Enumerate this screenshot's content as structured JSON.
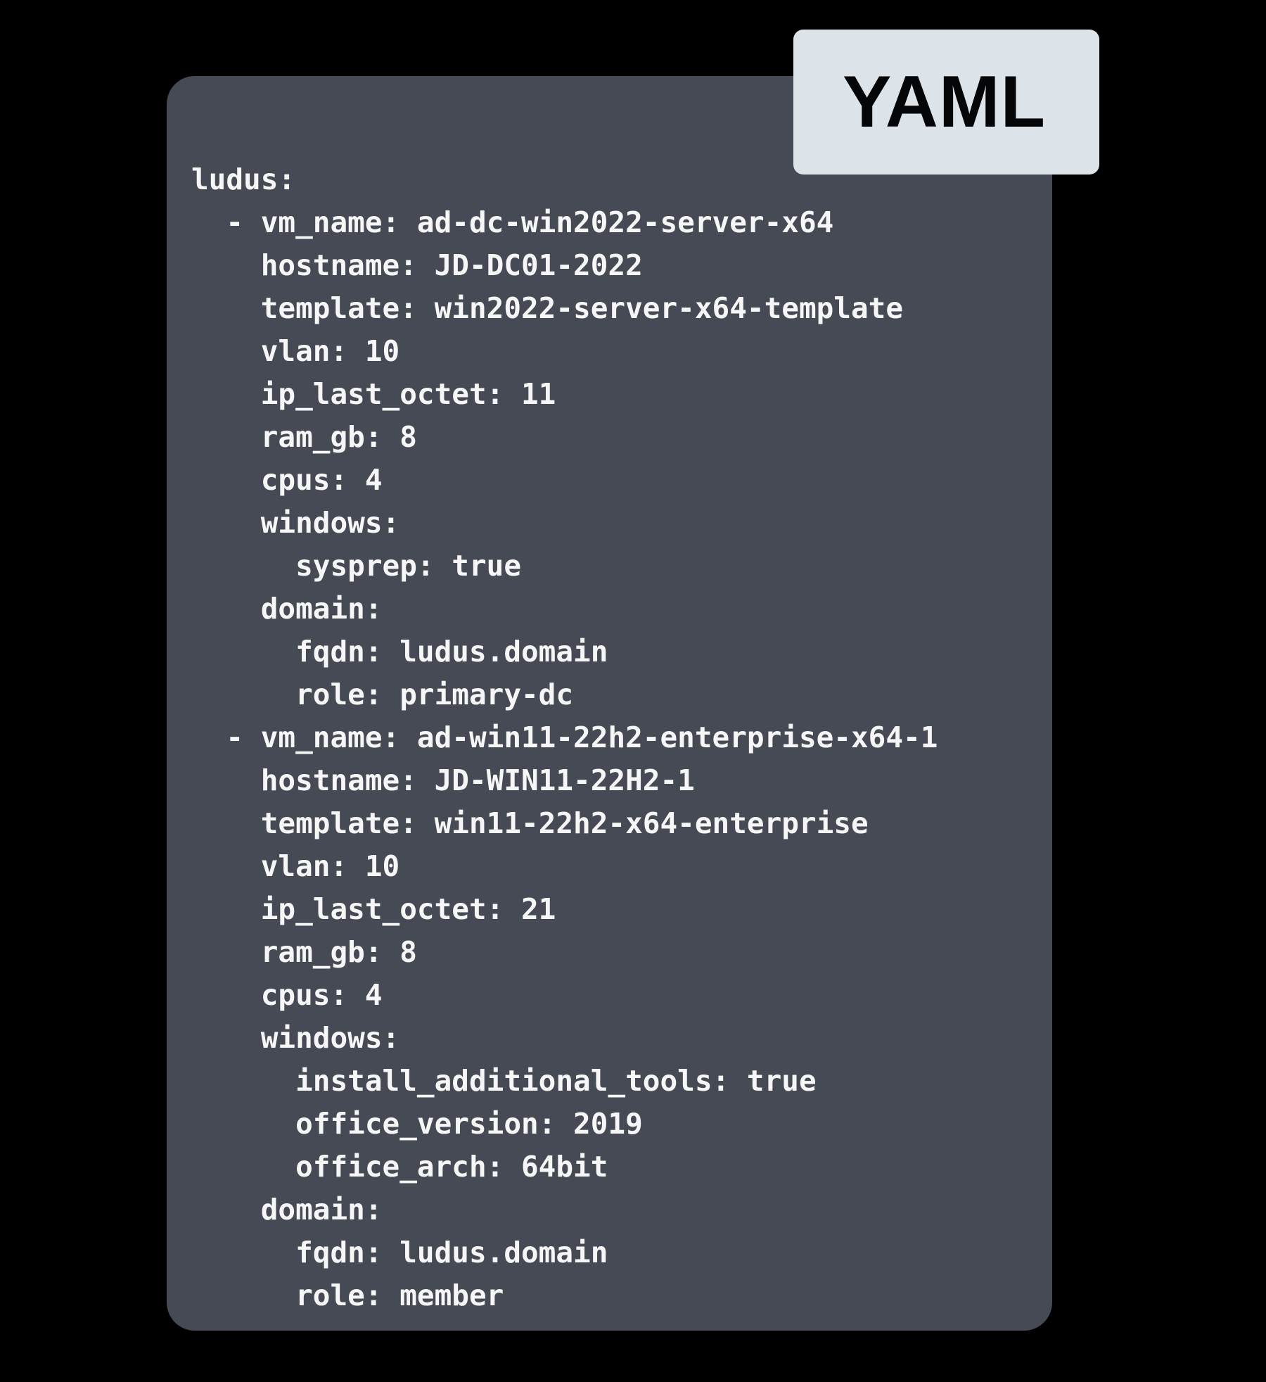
{
  "background_color": "#000000",
  "badge": {
    "label": "YAML",
    "background_color": "#dde4e9",
    "text_color": "#050608"
  },
  "panel": {
    "background_color": "#464a55",
    "text_color": "#f6f6f7"
  },
  "code": {
    "language": "yaml",
    "lines": [
      "ludus:",
      "  - vm_name: ad-dc-win2022-server-x64",
      "    hostname: JD-DC01-2022",
      "    template: win2022-server-x64-template",
      "    vlan: 10",
      "    ip_last_octet: 11",
      "    ram_gb: 8",
      "    cpus: 4",
      "    windows:",
      "      sysprep: true",
      "    domain:",
      "      fqdn: ludus.domain",
      "      role: primary-dc",
      "  - vm_name: ad-win11-22h2-enterprise-x64-1",
      "    hostname: JD-WIN11-22H2-1",
      "    template: win11-22h2-x64-enterprise",
      "    vlan: 10",
      "    ip_last_octet: 21",
      "    ram_gb: 8",
      "    cpus: 4",
      "    windows:",
      "      install_additional_tools: true",
      "      office_version: 2019",
      "      office_arch: 64bit",
      "    domain:",
      "      fqdn: ludus.domain",
      "      role: member"
    ],
    "root_key": "ludus",
    "vms": [
      {
        "vm_name": "ad-dc-win2022-server-x64",
        "hostname": "JD-DC01-2022",
        "template": "win2022-server-x64-template",
        "vlan": "10",
        "ip_last_octet": "11",
        "ram_gb": "8",
        "cpus": "4",
        "windows": {
          "sysprep": "true"
        },
        "domain": {
          "fqdn": "ludus.domain",
          "role": "primary-dc"
        }
      },
      {
        "vm_name": "ad-win11-22h2-enterprise-x64-1",
        "hostname": "JD-WIN11-22H2-1",
        "template": "win11-22h2-x64-enterprise",
        "vlan": "10",
        "ip_last_octet": "21",
        "ram_gb": "8",
        "cpus": "4",
        "windows": {
          "install_additional_tools": "true",
          "office_version": "2019",
          "office_arch": "64bit"
        },
        "domain": {
          "fqdn": "ludus.domain",
          "role": "member"
        }
      }
    ]
  }
}
